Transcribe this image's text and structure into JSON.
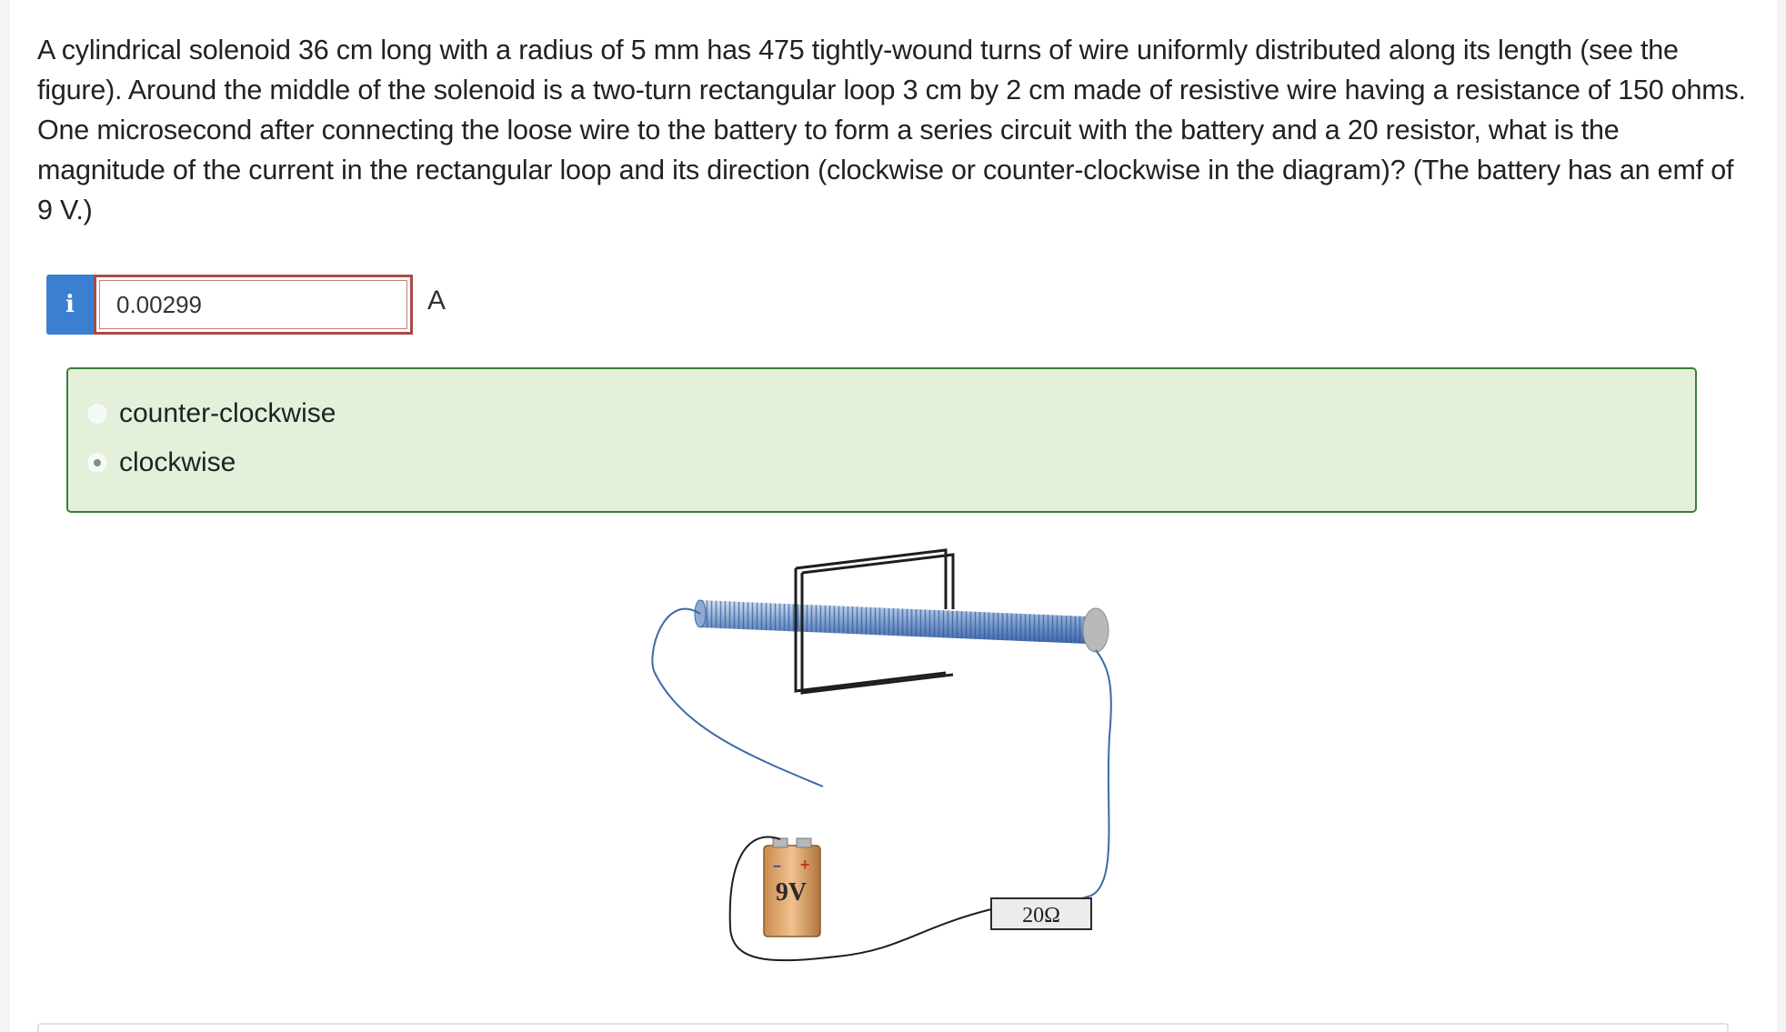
{
  "question": {
    "text": "A cylindrical solenoid 36 cm long with a radius of 5 mm has 475 tightly-wound turns of wire uniformly distributed along its length (see the figure). Around the middle of the solenoid is a two-turn rectangular loop 3 cm by 2 cm made of resistive wire having a resistance of 150 ohms. One microsecond after connecting the loose wire to the battery to form a series circuit with the battery and a 20 resistor, what is the magnitude of the current in the rectangular loop and its direction (clockwise or counter-clockwise in the diagram)? (The battery has an emf of 9 V.)"
  },
  "answer": {
    "info_icon": "i",
    "value": "0.00299",
    "unit": "A"
  },
  "choices": {
    "options": [
      {
        "label": "counter-clockwise",
        "selected": false
      },
      {
        "label": "clockwise",
        "selected": true
      }
    ]
  },
  "figure": {
    "battery_label": "9V",
    "battery_plus": "+",
    "battery_minus": "–",
    "resistor_label": "20Ω"
  }
}
